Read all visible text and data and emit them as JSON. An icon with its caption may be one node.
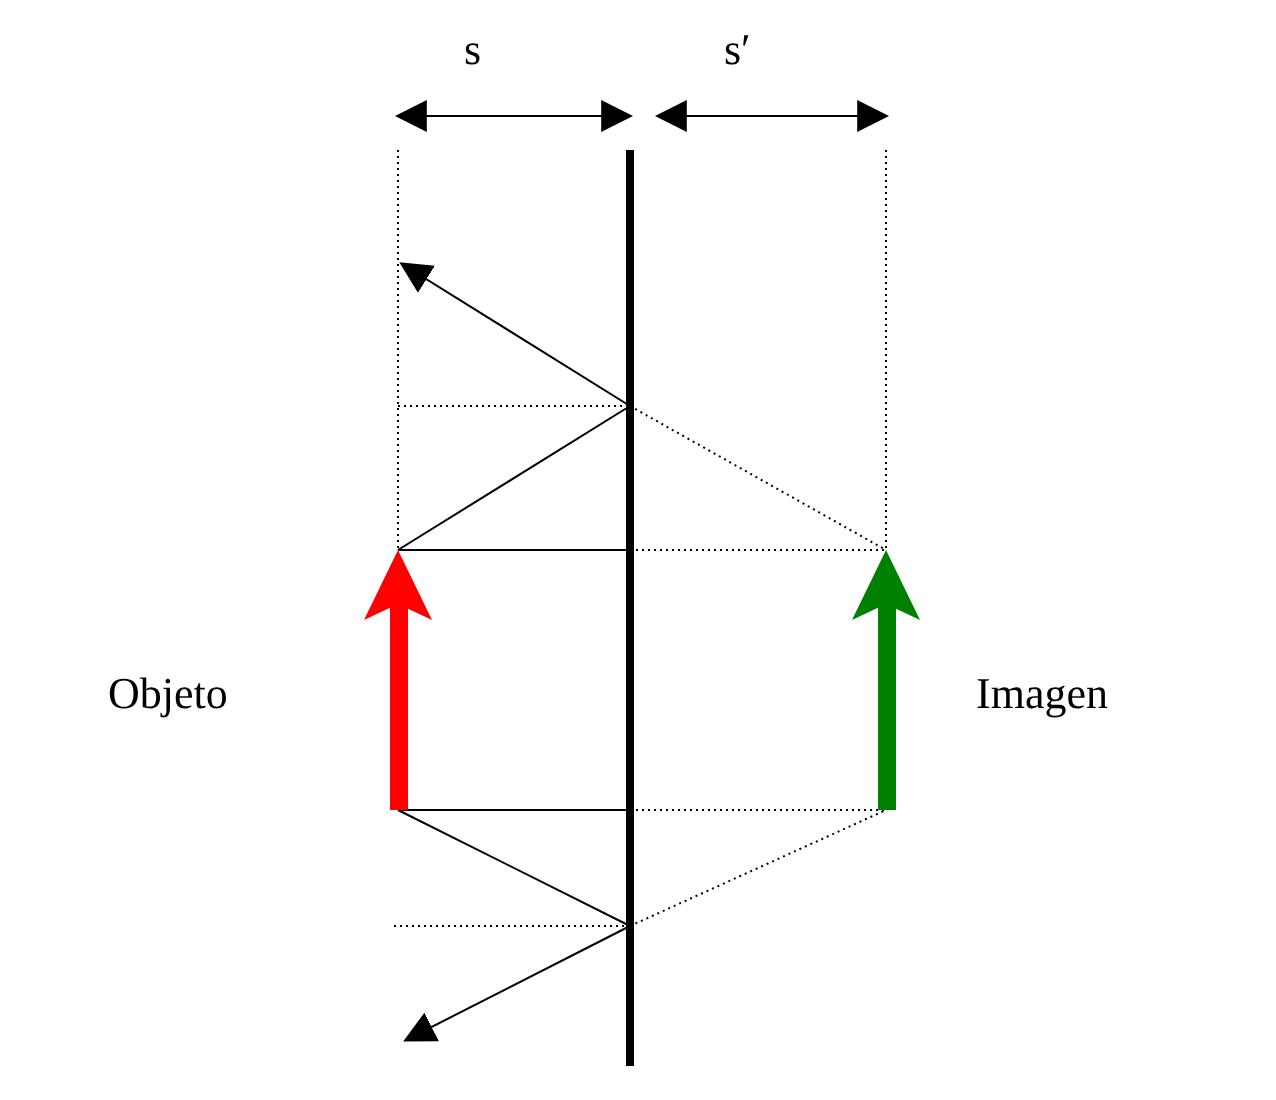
{
  "diagram": {
    "labels": [
      "s",
      "s′",
      "Objeto",
      "Imagen"
    ]
  }
}
